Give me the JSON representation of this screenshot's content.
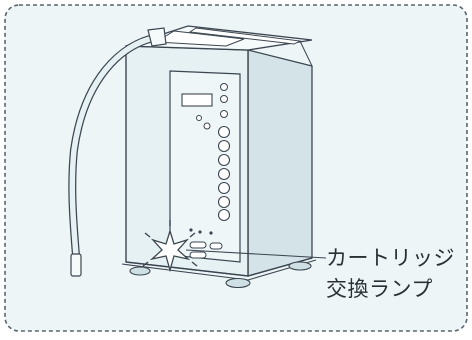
{
  "callout": {
    "line1": "カートリッジ",
    "line2": "交換ランプ"
  },
  "colors": {
    "panel_background": "#edf5f7",
    "border_dash": "#5a6570",
    "device_body": "#e6f1f4",
    "device_side": "#d3e3e8",
    "device_top": "#f5fafb",
    "outline": "#3c4650",
    "text": "#2a2f35"
  },
  "icons": {
    "device": "water-ionizer-unit",
    "lamp": "starburst-lamp"
  }
}
